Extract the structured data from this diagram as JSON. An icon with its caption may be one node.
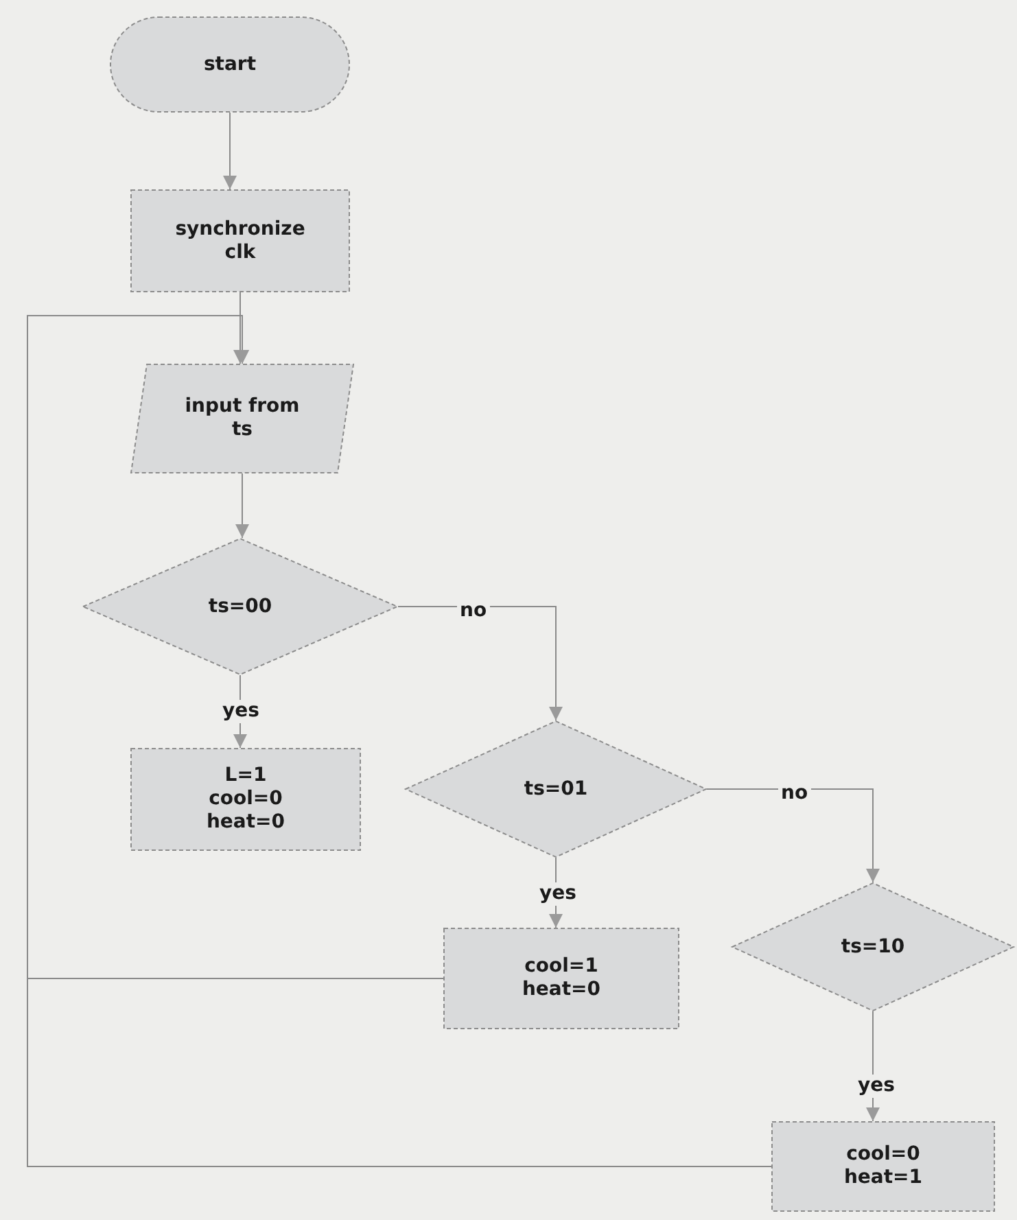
{
  "diagram": {
    "nodes": [
      {
        "text": [
          "start"
        ]
      },
      {
        "text": [
          "synchronize clk"
        ]
      },
      {
        "text": [
          "input from ts"
        ]
      },
      {
        "text": [
          "ts=00"
        ]
      },
      {
        "text": [
          "L=1 cool=0 heat=0"
        ]
      },
      {
        "text": [
          "ts=01"
        ]
      },
      {
        "text": [
          "cool=1 heat=0"
        ]
      },
      {
        "text": [
          "ts=10"
        ]
      },
      {
        "text": [
          "cool=0 heat=1"
        ]
      }
    ],
    "edges": [
      {
        "from": 0,
        "to": 1,
        "arrow": "to"
      },
      {
        "from": 1,
        "to": 2,
        "arrow": "to"
      },
      {
        "from": 2,
        "to": 3,
        "arrow": "to"
      },
      {
        "from": 3,
        "to": 4,
        "arrow": "to",
        "label": "yes"
      },
      {
        "from": 3,
        "to": 5,
        "arrow": "to",
        "label": "no"
      },
      {
        "from": 5,
        "to": 6,
        "arrow": "to",
        "label": "yes"
      },
      {
        "from": 5,
        "to": 7,
        "arrow": "to",
        "label": "no"
      },
      {
        "from": 7,
        "to": 8,
        "arrow": "to",
        "label": "yes"
      },
      {
        "from": 6,
        "to": 2,
        "arrow": "to"
      },
      {
        "from": 8,
        "to": 2,
        "arrow": "to"
      }
    ]
  }
}
